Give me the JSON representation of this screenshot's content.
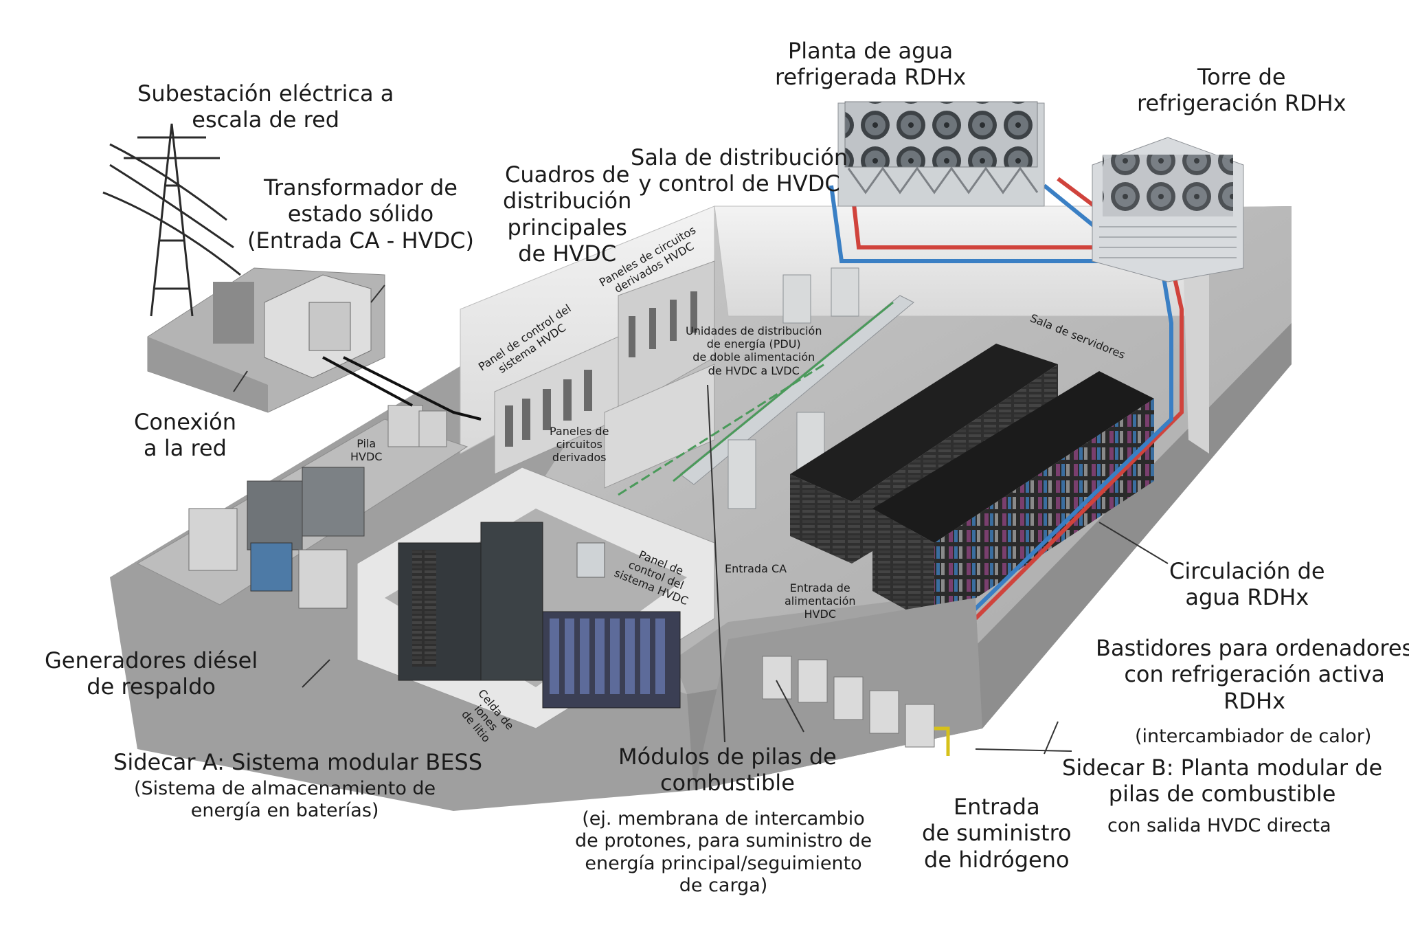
{
  "labels": {
    "substation": [
      "Subestación eléctrica a",
      "escala de red"
    ],
    "transformer": [
      "Transformador de",
      "estado sólido",
      "(Entrada CA - HVDC)"
    ],
    "grid_connection": [
      "Conexión",
      "a la red"
    ],
    "diesel": [
      "Generadores diésel",
      "de respaldo"
    ],
    "sidecar_a": [
      "Sidecar A: Sistema modular BESS"
    ],
    "sidecar_a_note": [
      "(Sistema de almacenamiento de",
      "energía en baterías)"
    ],
    "hvdc_main_panels": [
      "Cuadros de",
      "distribución",
      "principales",
      "de HVDC"
    ],
    "hvdc_room": [
      "Sala de distribución",
      "y control de HVDC"
    ],
    "water_plant": [
      "Planta de agua",
      "refrigerada RDHx"
    ],
    "cooling_tower": [
      "Torre de",
      "refrigeración RDHx"
    ],
    "server_room": [
      "Sala de servidores"
    ],
    "pdu": [
      "Unidades de distribución",
      "de energía (PDU)",
      "de doble alimentación",
      "de HVDC a LVDC"
    ],
    "branch_panels_top": [
      "Paneles de circuitos",
      "derivados HVDC"
    ],
    "control_panel_top": [
      "Panel de control del",
      "sistema HVDC"
    ],
    "branch_panels": [
      "Paneles de",
      "circuitos",
      "derivados"
    ],
    "pila": [
      "Pila",
      "HVDC"
    ],
    "control_panel_bess": [
      "Panel de",
      "control del",
      "sistema HVDC"
    ],
    "ac_input": [
      "Entrada CA"
    ],
    "hvdc_input": [
      "Entrada de",
      "alimentación",
      "HVDC"
    ],
    "li_cells": [
      "Celda de",
      "iones",
      "de litio"
    ],
    "water_circulation": [
      "Circulación de",
      "agua RDHx"
    ],
    "racks": [
      "Bastidores para ordenadores",
      "con refrigeración activa",
      "RDHx"
    ],
    "racks_note": [
      "(intercambiador de calor)"
    ],
    "fuel_cells": [
      "Módulos de pilas de",
      "combustible"
    ],
    "fuel_cells_note": [
      "(ej. membrana de intercambio",
      "de protones, para suministro de",
      "energía principal/seguimiento",
      "de carga)"
    ],
    "sidecar_b": [
      "Sidecar B: Planta modular de",
      "pilas de combustible"
    ],
    "sidecar_b_note": [
      "con salida HVDC directa"
    ],
    "hydrogen": [
      "Entrada",
      "de suministro",
      "de hidrógeno"
    ]
  },
  "colors": {
    "floor": "#b9b9b9",
    "wall": "#ececec",
    "rack": "#2b2b2b",
    "cabinet": "#d8d8d8",
    "pipe_hot": "#d0433c",
    "pipe_cold": "#3a7fc4",
    "cable_green": "#4a9a5a"
  }
}
